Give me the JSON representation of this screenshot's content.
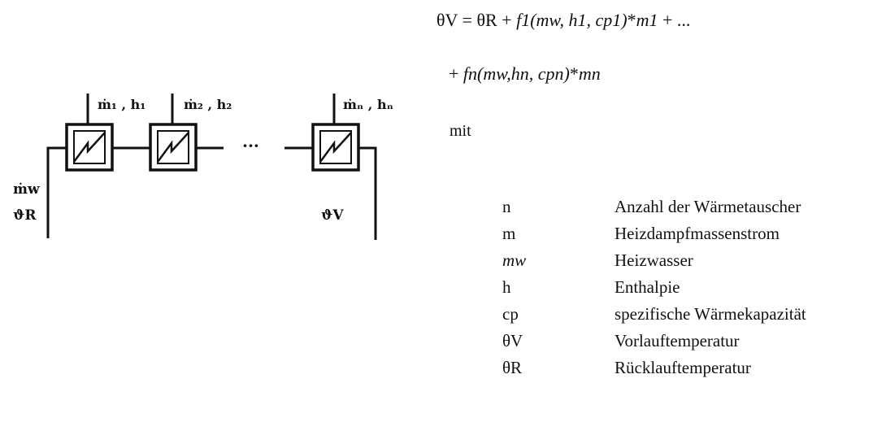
{
  "diagram": {
    "inflow_labels": [
      "ṁ₁ , h₁",
      "ṁ₂ , h₂",
      "ṁₙ , hₙ"
    ],
    "ellipsis": "···",
    "mass_flow_label": "ṁw",
    "return_temp_label": "ϑR",
    "supply_temp_label": "ϑV"
  },
  "equation": {
    "line1": {
      "lhs": "θV",
      "eq": "=",
      "t1": "θR",
      "plus1": "+",
      "f1": "f1(mw, h1, cp1)",
      "times1": "*",
      "m1": "m1",
      "plus2": "+",
      "dots": "..."
    },
    "line2": {
      "plus": "+",
      "fn": "fn(mw,hn, cpn)",
      "times": "*",
      "mn": "mn"
    }
  },
  "mit": "mit",
  "legend": [
    {
      "symbol": "n",
      "desc": "Anzahl der Wärmetauscher"
    },
    {
      "symbol": "m",
      "desc": "Heizdampfmassenstrom"
    },
    {
      "symbol": "mw",
      "desc": "Heizwasser"
    },
    {
      "symbol": "h",
      "desc": "Enthalpie"
    },
    {
      "symbol": "cp",
      "desc": "spezifische Wärmekapazität"
    },
    {
      "symbol": "θV",
      "desc": "Vorlauftemperatur"
    },
    {
      "symbol": "θR",
      "desc": "Rücklauftemperatur"
    }
  ]
}
